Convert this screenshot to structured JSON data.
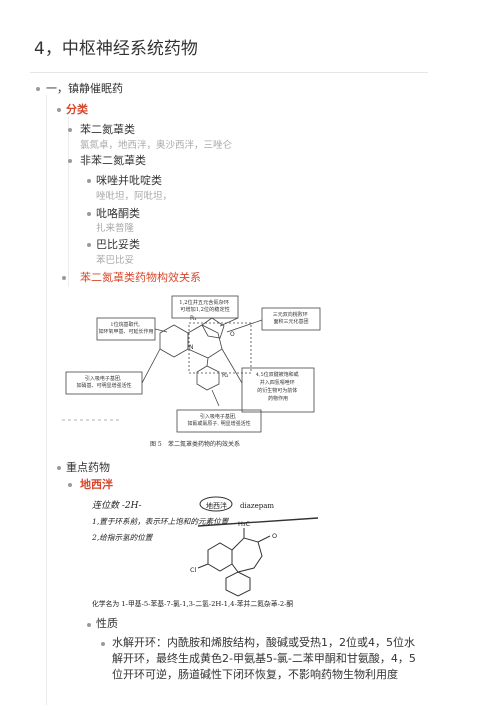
{
  "page_title": "4，中枢神经系统药物",
  "outline": {
    "sec1": "一，镇静催眠药",
    "classify": "分类",
    "benzo": "苯二氮䓬类",
    "benzo_examples": "氯氮卓，地西泮，奥沙西泮，三唑仑",
    "nonbenzo": "非苯二氮䓬类",
    "imidazo": "咪唑并吡啶类",
    "imidazo_examples": "唑吡坦，阿吡坦，",
    "pyrrolone": "吡咯酮类",
    "pyrrolone_examples": "扎来普隆",
    "barbit": "巴比妥类",
    "barbit_examples": "苯巴比妥",
    "sar": "苯二氮䓬类药物构效关系",
    "key_drugs": "重点药物",
    "diazepam": "地西泮",
    "properties": "性质",
    "hydrolysis": "水解开环：内酰胺和烯胺结构，酸碱或受热1，2位或4，5位水解开环，最终生成黄色2-甲氨基5-氯-二苯甲酮和甘氨酸，4，5位开环可逆，肠道碱性下闭环恢复，不影响药物生物利用度"
  },
  "figure1": {
    "box_top": "1,2位并五元含氮杂环\n可增加1,2位的稳定性",
    "box_left": "1位烷基取代,\n如环氧甲基、可延长作用",
    "box_right": "三元双向桃败环\n面积三元化基团",
    "box_rt2": "4,5位双键被饱和或\n并入四氢噁唑环\n的衍生物可为前体\n药物作用",
    "box_bl": "引入吸电子基团,\n如硝基、可明显增强活性",
    "box_bottom": "引入吸电子基团,\n如氟或氯原子, 明显增强活性",
    "caption_num": "图 5",
    "caption": "苯二氮䓬类药物的构效关系",
    "atoms": {
      "R1": "R₁",
      "R2": "R₂",
      "O": "O",
      "N": "N"
    }
  },
  "figure2": {
    "hand1": "连位数 -2H-",
    "hand2": "1,置于环系前，表示环上饱和的元素位置",
    "hand3": "2,给指示氢的位置",
    "name_cn": "地西泮",
    "name_en": "diazepam",
    "methyl": "H₃C",
    "chlorine": "Cl",
    "chem_name": "化学名为 1-甲基-5-苯基-7-氯-1,3-二氢-2H-1,4-苯并二氮杂䓬-2-酮"
  }
}
